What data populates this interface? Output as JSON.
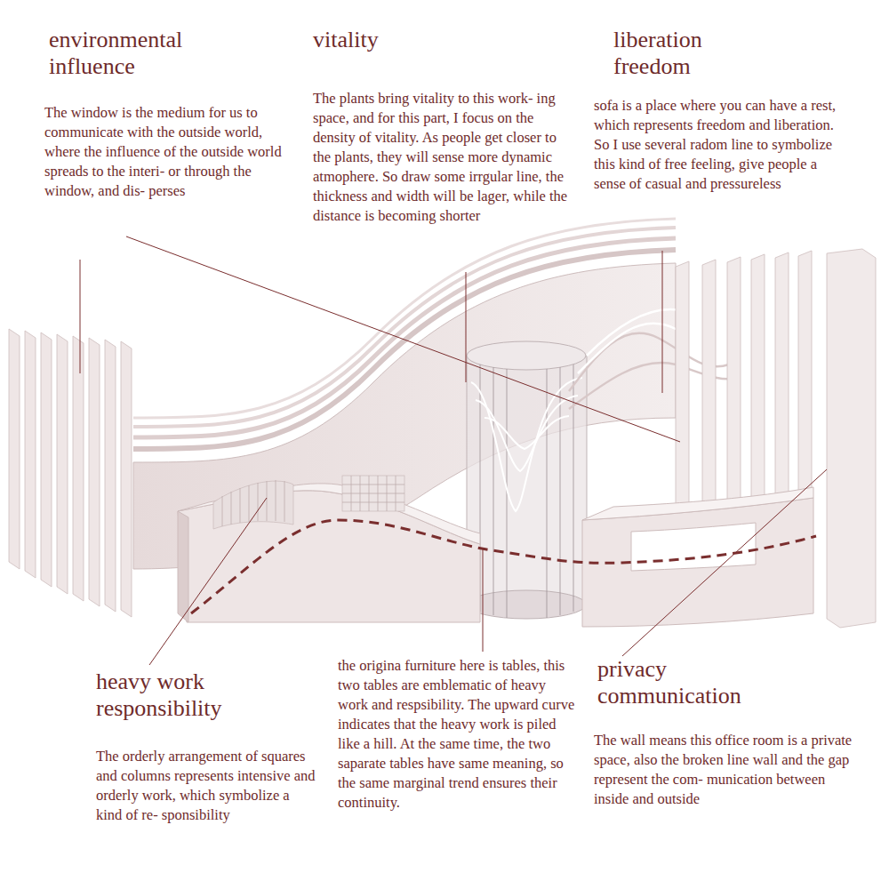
{
  "diagram": {
    "labels": [
      "environmental influence",
      "The window is the medium for us to communicate with the outside world, where the influence of the outside world spreads to the interi- or through the window, and dis- perses",
      "vitality",
      "The plants bring vitality to this work- ing space, and for this part, I focus on the density of vitality. As people get closer to the plants, they will sense more dynamic atmophere. So draw some irrgular line, the thickness and width will be lager, while the distance is becoming shorter",
      "liberation freedom",
      "sofa is a place where you can have a rest, which represents freedom and liberation. So I use several radom line to symbolize this kind of free feeling, give people a sense of casual and pressureless",
      "heavy work responsibility",
      "The orderly arrangement of squares and columns represents intensive and orderly work, which symbolize a kind of re- sponsibility",
      "the origina furniture here is tables, this two tables are emblematic of heavy work and respsibility. The upward curve indicates that the heavy work is piled like a hill. At the same time, the two saparate tables have same meaning, so the same marginal trend ensures their continuity.",
      "privacy communication",
      "The wall means this office room is a private space, also the broken line wall and the gap represent the com- munication between inside and outside"
    ]
  }
}
